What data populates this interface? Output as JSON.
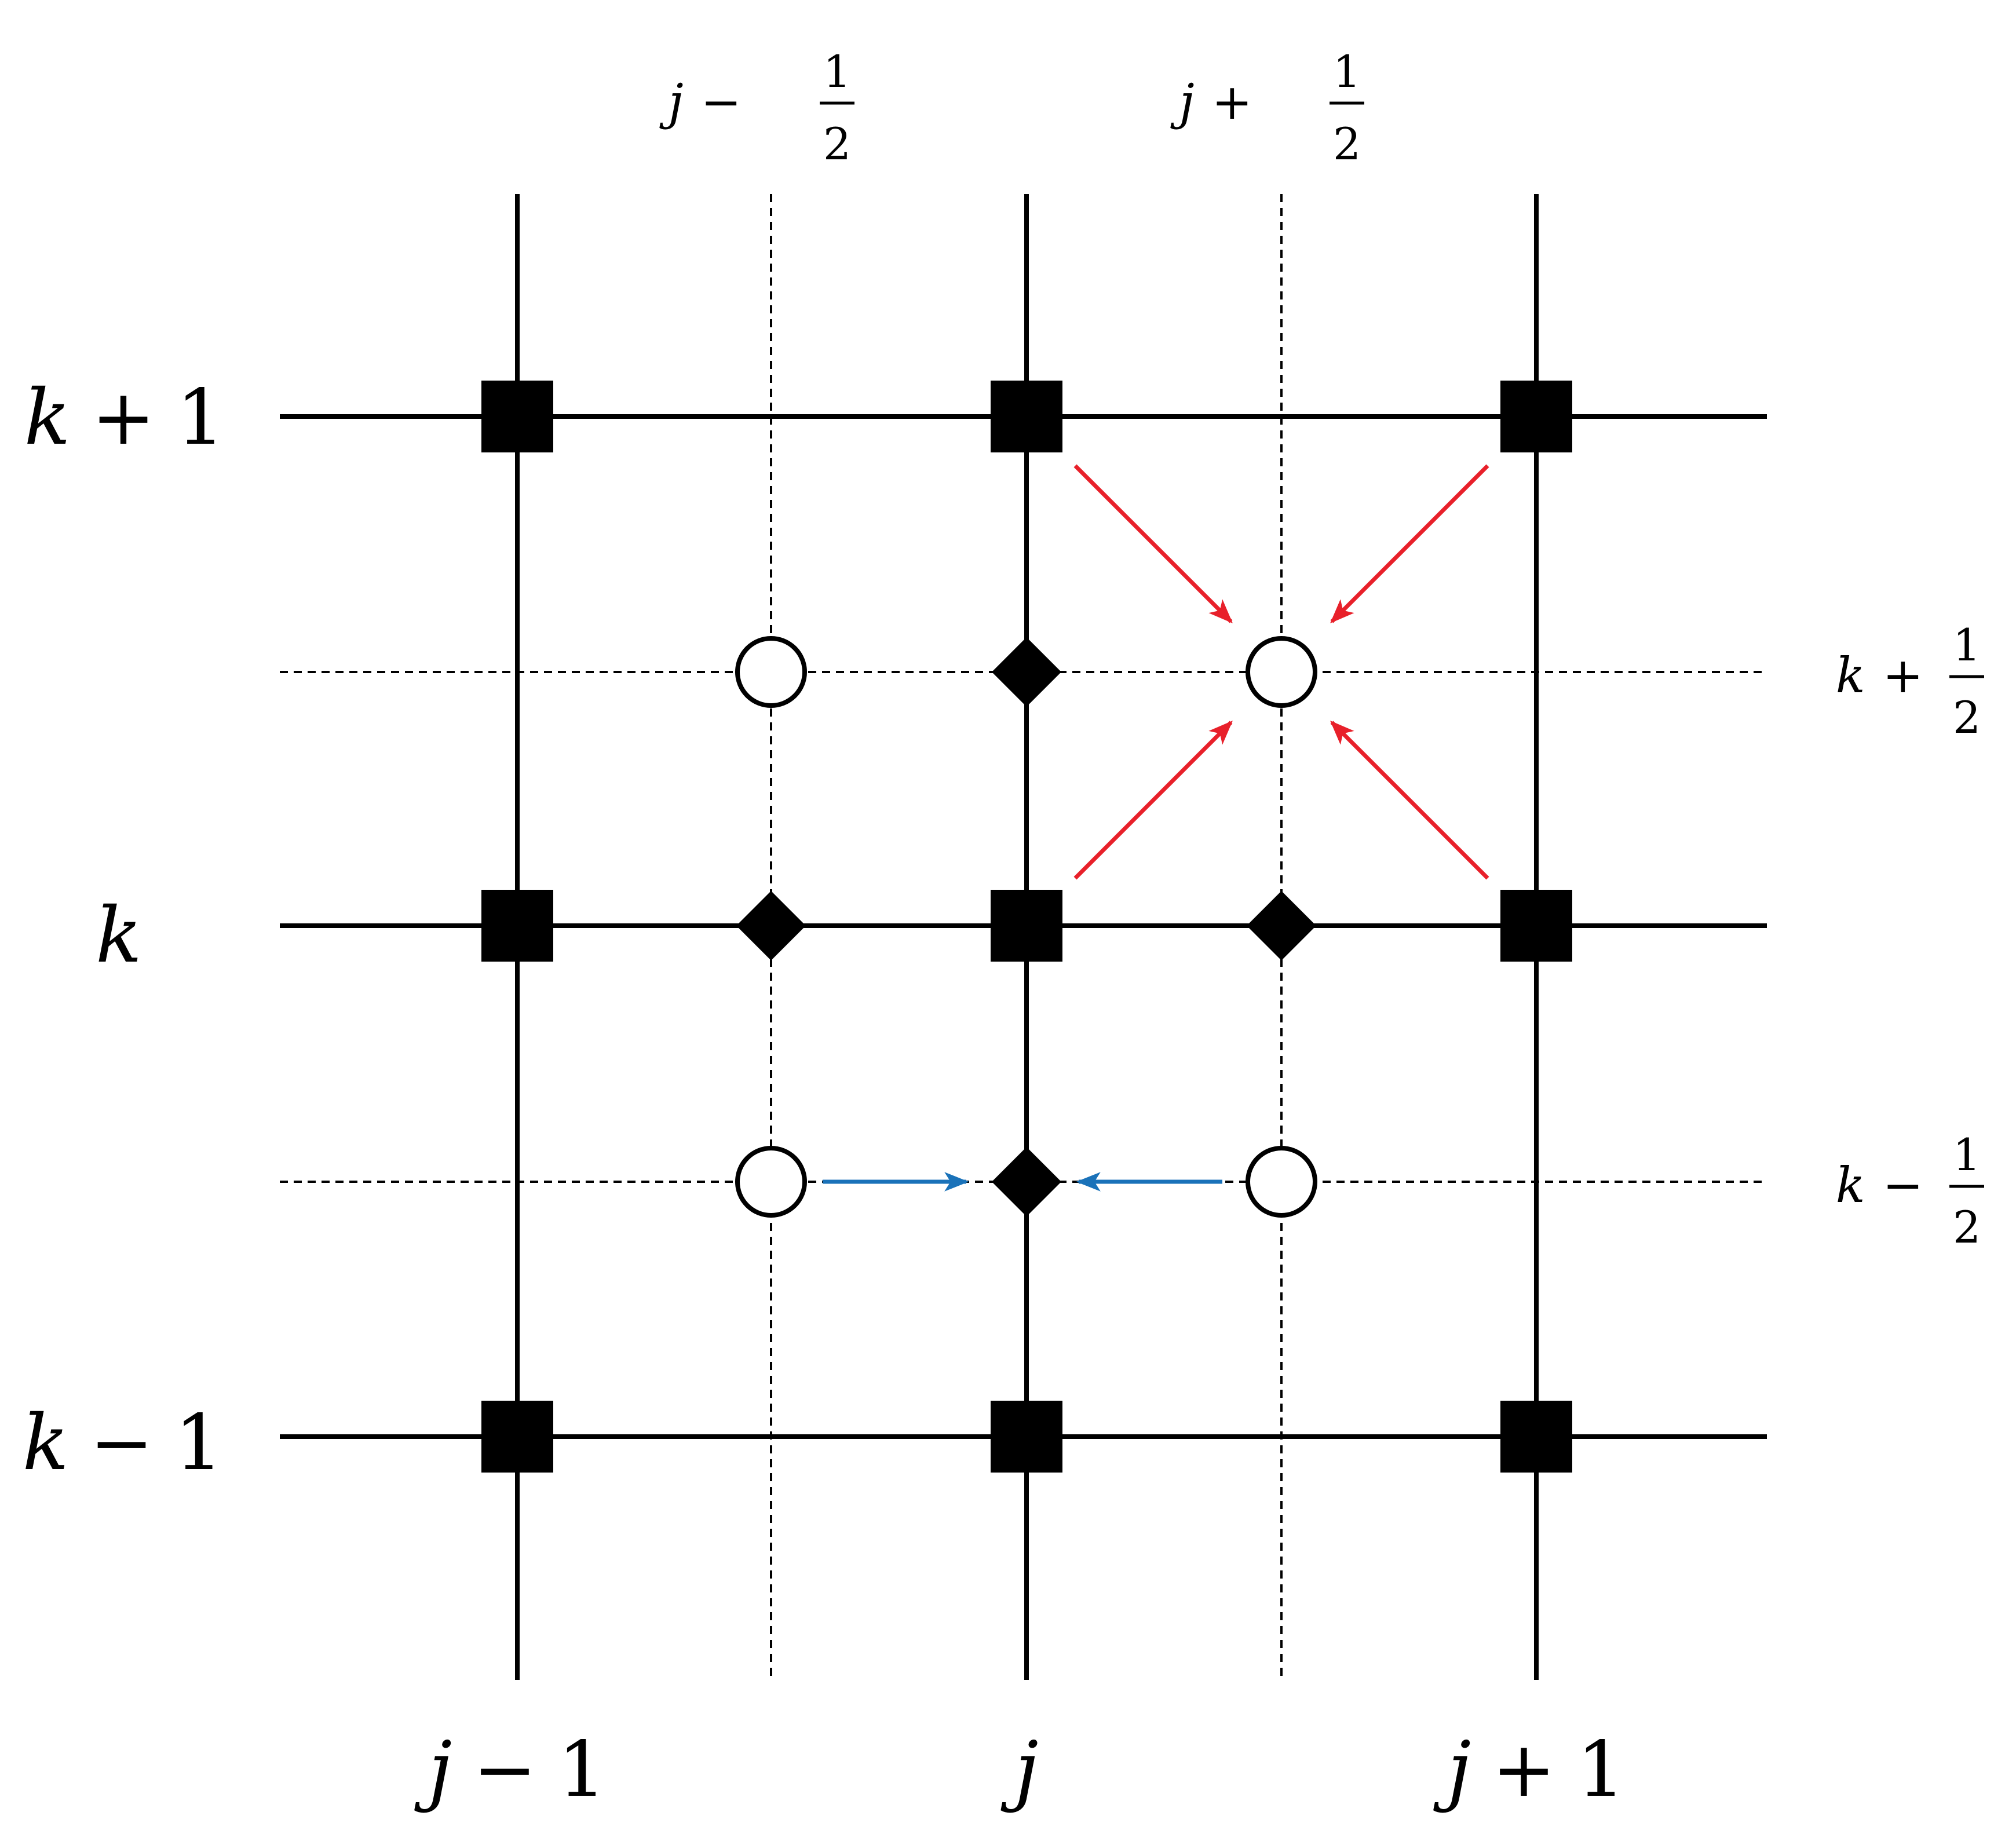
{
  "labels": {
    "columns": {
      "j_minus_1": {
        "var": "j",
        "op": "−",
        "num": "1"
      },
      "j": {
        "var": "j"
      },
      "j_plus_1": {
        "var": "j",
        "op": "+",
        "num": "1"
      }
    },
    "half_columns": {
      "j_minus_half": {
        "var": "j",
        "op": "−",
        "numerator": "1",
        "denominator": "2"
      },
      "j_plus_half": {
        "var": "j",
        "op": "+",
        "numerator": "1",
        "denominator": "2"
      }
    },
    "rows": {
      "k_plus_1": {
        "var": "k",
        "op": "+",
        "num": "1"
      },
      "k": {
        "var": "k"
      },
      "k_minus_1": {
        "var": "k",
        "op": "−",
        "num": "1"
      }
    },
    "half_rows": {
      "k_plus_half": {
        "var": "k",
        "op": "+",
        "numerator": "1",
        "denominator": "2"
      },
      "k_minus_half": {
        "var": "k",
        "op": "−",
        "numerator": "1",
        "denominator": "2"
      }
    }
  },
  "colors": {
    "grid": "#000000",
    "red_arrow": "#e8202a",
    "blue_arrow": "#1a72b9",
    "circle_fill": "#ffffff"
  },
  "node_types": {
    "integer_node": "square",
    "half_node_center": "circle",
    "half_node_edge": "diamond"
  }
}
